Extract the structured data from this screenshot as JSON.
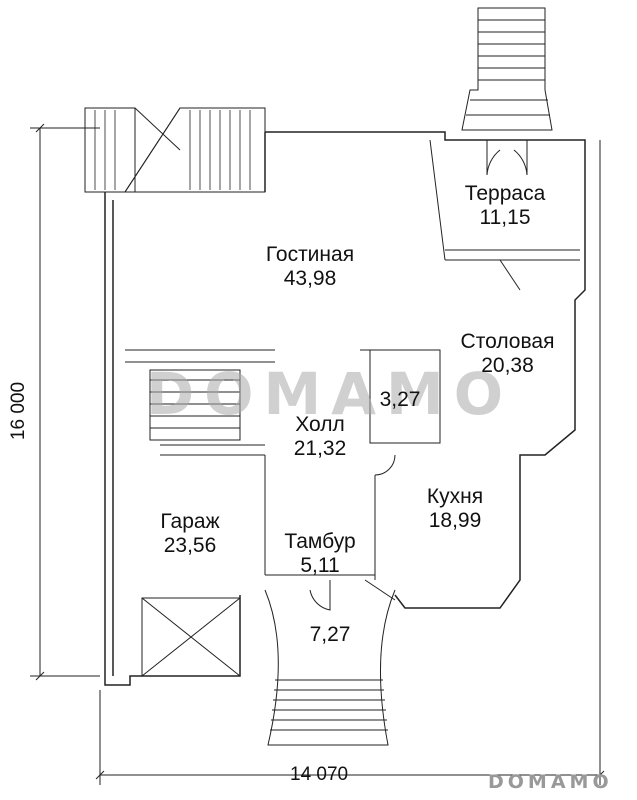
{
  "plan": {
    "rooms": [
      {
        "name": "Терраса",
        "area": "11,15"
      },
      {
        "name": "Гостиная",
        "area": "43,98"
      },
      {
        "name": "Столовая",
        "area": "20,38"
      },
      {
        "name": "",
        "area": "3,27"
      },
      {
        "name": "Холл",
        "area": "21,32"
      },
      {
        "name": "Кухня",
        "area": "18,99"
      },
      {
        "name": "Гараж",
        "area": "23,56"
      },
      {
        "name": "Тамбур",
        "area": "5,11"
      },
      {
        "name": "",
        "area": "7,27"
      }
    ],
    "dimensions": {
      "width": "14 070",
      "height": "16 000"
    },
    "watermark": "DOMAMO",
    "logo": "DOMAMO"
  }
}
